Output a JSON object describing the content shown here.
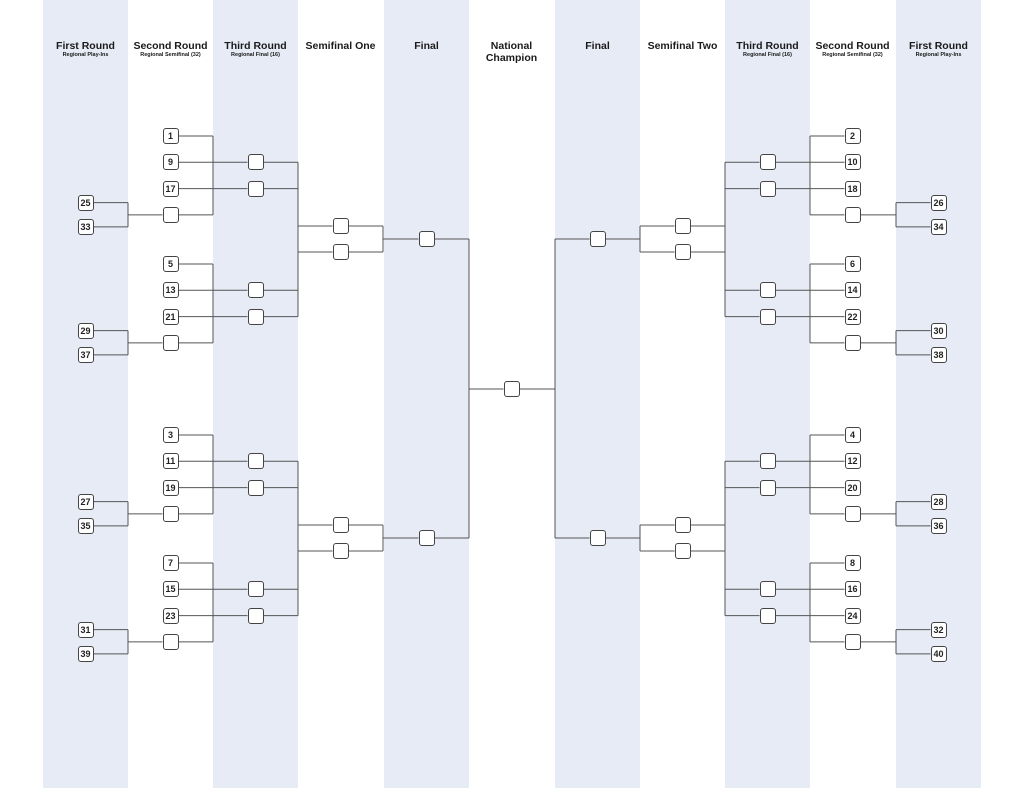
{
  "colors": {
    "band": "#e6ebf5",
    "line": "#555555",
    "box_border": "#444444",
    "text": "#1a1a1a"
  },
  "columns": [
    {
      "title": "First Round",
      "subtitle": "Regional Play-Ins",
      "shaded": true
    },
    {
      "title": "Second Round",
      "subtitle": "Regional Semifinal (32)",
      "shaded": false
    },
    {
      "title": "Third Round",
      "subtitle": "Regional Final (16)",
      "shaded": true
    },
    {
      "title": "Semifinal One",
      "subtitle": "",
      "shaded": false
    },
    {
      "title": "Final",
      "subtitle": "",
      "shaded": true
    },
    {
      "title": "National\nChampion",
      "subtitle": "",
      "shaded": false
    },
    {
      "title": "Final",
      "subtitle": "",
      "shaded": true
    },
    {
      "title": "Semifinal Two",
      "subtitle": "",
      "shaded": false
    },
    {
      "title": "Third Round",
      "subtitle": "Regional Final (16)",
      "shaded": true
    },
    {
      "title": "Second Round",
      "subtitle": "Regional Semifinal (32)",
      "shaded": false
    },
    {
      "title": "First Round",
      "subtitle": "Regional Play-Ins",
      "shaded": true
    }
  ],
  "left_bracket": {
    "play_in_seeds": [
      [
        25,
        33
      ],
      [
        29,
        37
      ],
      [
        27,
        35
      ],
      [
        31,
        39
      ]
    ],
    "group_seeds": [
      [
        1,
        9,
        17
      ],
      [
        5,
        13,
        21
      ],
      [
        3,
        11,
        19
      ],
      [
        7,
        15,
        23
      ]
    ]
  },
  "right_bracket": {
    "play_in_seeds": [
      [
        26,
        34
      ],
      [
        30,
        38
      ],
      [
        28,
        36
      ],
      [
        32,
        40
      ]
    ],
    "group_seeds": [
      [
        2,
        10,
        18
      ],
      [
        6,
        14,
        22
      ],
      [
        4,
        12,
        20
      ],
      [
        8,
        16,
        24
      ]
    ]
  }
}
